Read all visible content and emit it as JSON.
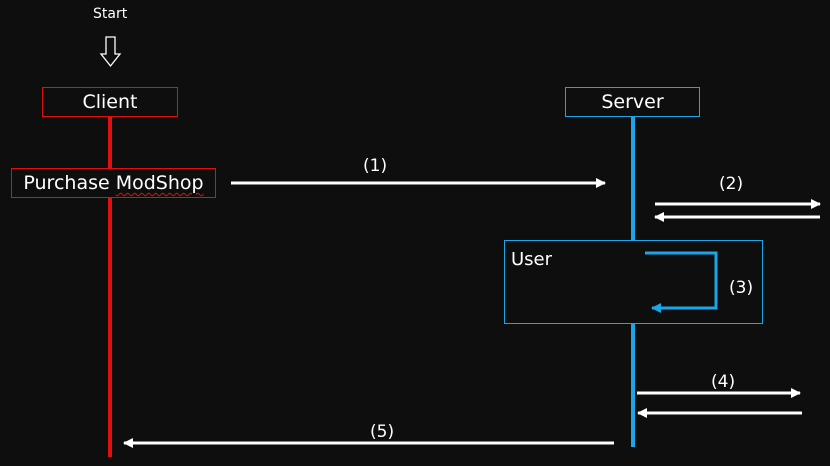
{
  "start": {
    "label": "Start"
  },
  "participants": {
    "client": {
      "label": "Client",
      "color": "#e01010"
    },
    "server": {
      "label": "Server",
      "color": "#1aa6e8"
    }
  },
  "purchase": {
    "word1": "Purchase",
    "word2": "ModShop"
  },
  "user_box": {
    "label": "User"
  },
  "steps": [
    "(1)",
    "(2)",
    "(3)",
    "(4)",
    "(5)"
  ],
  "colors": {
    "background": "#0e0e0e",
    "arrow": "#ffffff",
    "client_line": "#e01010",
    "server_line": "#1aa6e8"
  }
}
